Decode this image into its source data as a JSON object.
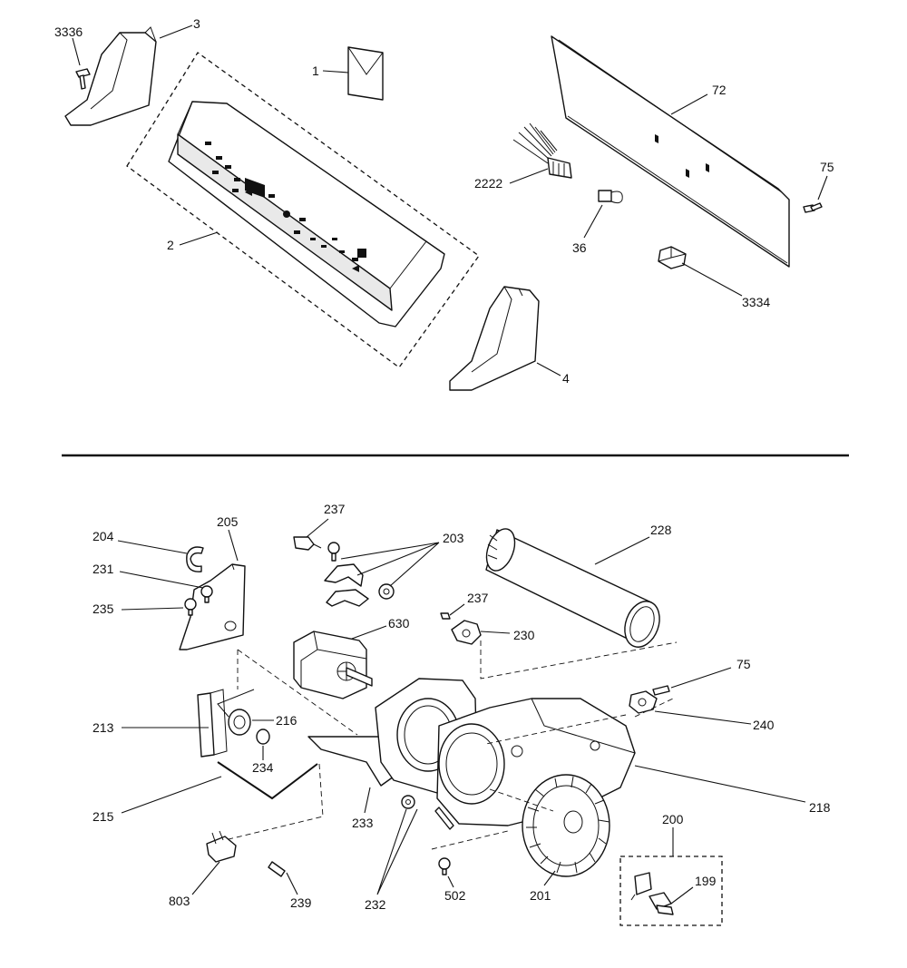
{
  "diagram": {
    "part_labels": {
      "p3336a": "3336",
      "p3": "3",
      "p1": "1",
      "p72": "72",
      "p75a": "75",
      "p2222": "2222",
      "p36": "36",
      "p2": "2",
      "p3334": "3334",
      "p4": "4",
      "p237a": "237",
      "p204": "204",
      "p205": "205",
      "p203": "203",
      "p228": "228",
      "p231": "231",
      "p235": "235",
      "p237b": "237",
      "p630": "630",
      "p230": "230",
      "p75b": "75",
      "p213": "213",
      "p216": "216",
      "p240": "240",
      "p234": "234",
      "p218": "218",
      "p215": "215",
      "p233": "233",
      "p200": "200",
      "p199": "199",
      "p803": "803",
      "p239": "239",
      "p232": "232",
      "p502": "502",
      "p201": "201"
    }
  }
}
